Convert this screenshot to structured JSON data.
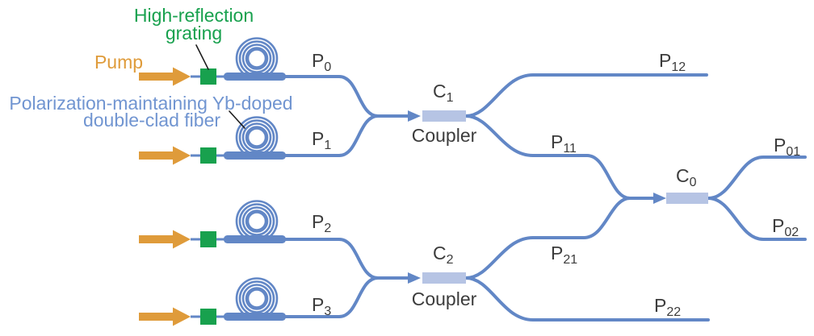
{
  "colors": {
    "fiber_blue": "#6287c6",
    "coupler_box": "#b6c4e4",
    "pump_orange": "#df9b3a",
    "grating_green": "#18a14e",
    "label_blue": "#7195d1",
    "text_dark": "#3c3c3c",
    "pointer_black": "#1c1c1c",
    "background": "#ffffff"
  },
  "annotations": {
    "grating_line1": "High-reflection",
    "grating_line2": "grating",
    "pump": "Pump",
    "fiber_line1": "Polarization-maintaining Yb-doped",
    "fiber_line2": "double-clad fiber",
    "coupler_caption_c1": "Coupler",
    "coupler_caption_c2": "Coupler"
  },
  "ports": {
    "p0": {
      "base": "P",
      "sub": "0"
    },
    "p1": {
      "base": "P",
      "sub": "1"
    },
    "p2": {
      "base": "P",
      "sub": "2"
    },
    "p3": {
      "base": "P",
      "sub": "3"
    },
    "p12": {
      "base": "P",
      "sub": "12"
    },
    "p11": {
      "base": "P",
      "sub": "11"
    },
    "p21": {
      "base": "P",
      "sub": "21"
    },
    "p22": {
      "base": "P",
      "sub": "22"
    },
    "p01": {
      "base": "P",
      "sub": "01"
    },
    "p02": {
      "base": "P",
      "sub": "02"
    }
  },
  "couplers": {
    "c1": {
      "base": "C",
      "sub": "1"
    },
    "c2": {
      "base": "C",
      "sub": "2"
    },
    "c0": {
      "base": "C",
      "sub": "0"
    }
  }
}
